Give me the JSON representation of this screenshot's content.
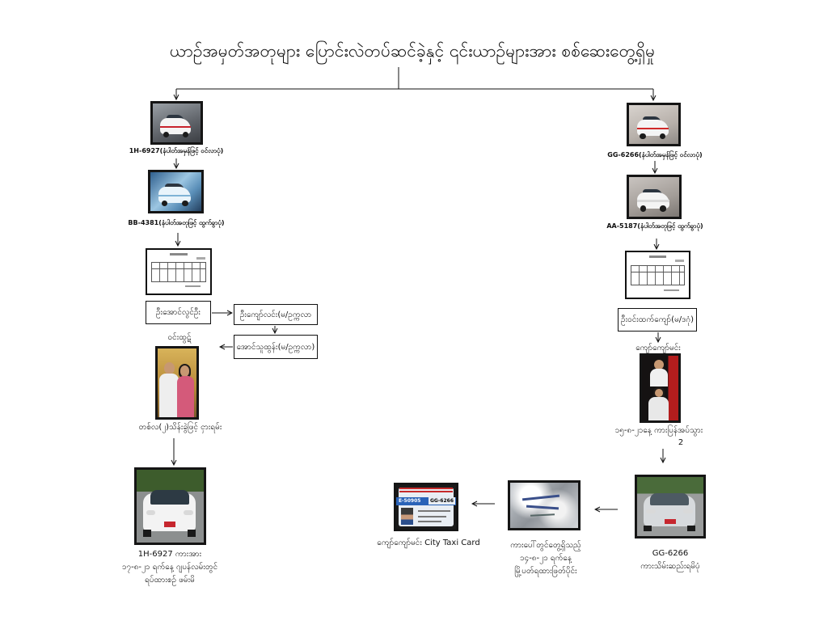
{
  "title": "ယာဉ်အမှတ်အတုများ ပြောင်းလဲတပ်ဆင်ခဲ့နှင့် ၎င်းယာဉ်များအား စစ်ဆေးတွေ့ရှိမှု",
  "left_branch": {
    "entry_caption": "1H-6927(နံပါတ်အမှန်ဖြင့် ဝင်လာပုံ)",
    "exit_caption": "BB-4381(နံပါတ်အတုဖြင့် ထွက်ခွာပုံ)",
    "owner": "ဦးအောင်လွင်ဦး",
    "broker_1": "ဦးကျော်လင်း(မ/ဥက္ကလာ",
    "broker_2": "အောင်သူထွန်း(မ/ဥက္ကလာ)",
    "renter": "ဝင်းထွဋ်",
    "rent_caption": "တစ်လ(၂)သိန်းခွဲဖြင့် ငှားရမ်း",
    "seizure_caption": [
      "1H-6927 ကားအား",
      "၁၇-၈-၂၁ ရက်နေ့ ဂျပန်လမ်းတွင်",
      "ရပ်ထားစဉ် ဖမ်းမိ"
    ]
  },
  "right_branch": {
    "entry_caption": "GG-6266(နံပါတ်အမှန်ဖြင့် ဝင်လာပုံ)",
    "exit_caption": "AA-5187(နံပါတ်အတုဖြင့် ထွက်ခွာပုံ)",
    "owner": "ဦးဝင်းထက်ကျော်(မ/ဒဂုံ)",
    "renter": "ကျော်ကျော်မင်း",
    "return_caption": "၁၅-၈-၂၁နေ့ ကားပြန်အပ်သွား",
    "return_caption_mark": "2",
    "seizure_caption": [
      "GG-6266",
      "ကားသိမ်းဆည်းရမိပုံ"
    ],
    "ticket_caption": [
      "ကားပေါ်တွင်တွေ့ရှိသည့်",
      "၁၄-၈-၂၁ ရက်နေ့",
      "မြို့ပတ်ရထားဖြတ်ပိုင်း"
    ],
    "card_caption": "ကျော်ကျော်မင်း City Taxi Card",
    "card": {
      "id": "E-50905",
      "plate": "GG-6266"
    }
  }
}
